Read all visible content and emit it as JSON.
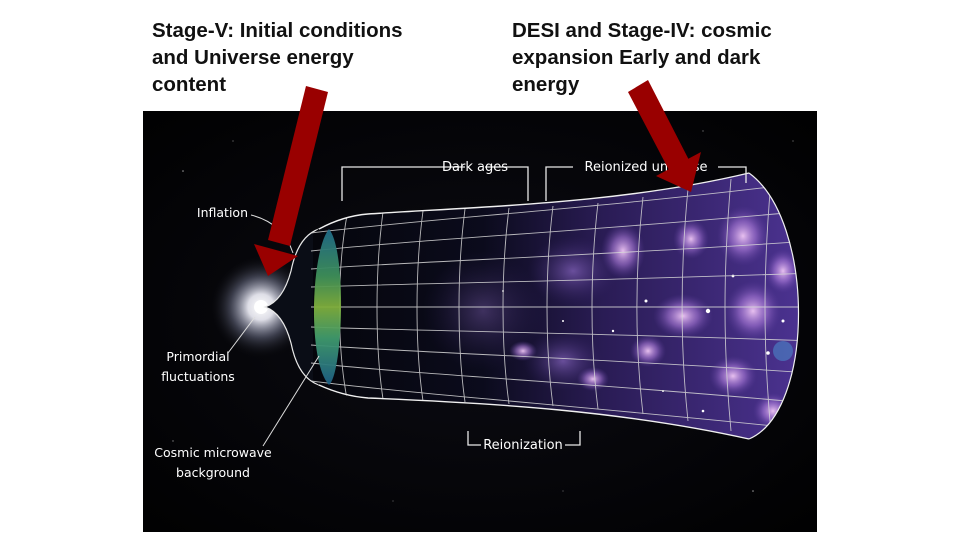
{
  "headings": {
    "left": [
      "Stage-V: Initial conditions",
      "and Universe energy",
      "content"
    ],
    "right": [
      "DESI and Stage-IV:  cosmic",
      "expansion Early and dark",
      "energy"
    ]
  },
  "figure": {
    "labels": {
      "inflation": "Inflation",
      "primordial": [
        "Primordial",
        "fluctuations"
      ],
      "cmb": [
        "Cosmic microwave",
        "background"
      ],
      "dark_ages": "Dark ages",
      "reionized": "Reionized universe",
      "reionization": "Reionization"
    }
  },
  "colors": {
    "arrow": "#990000",
    "figure_background": "#000000",
    "nebula": "#b58be0",
    "grid": "#dcdcdc"
  }
}
